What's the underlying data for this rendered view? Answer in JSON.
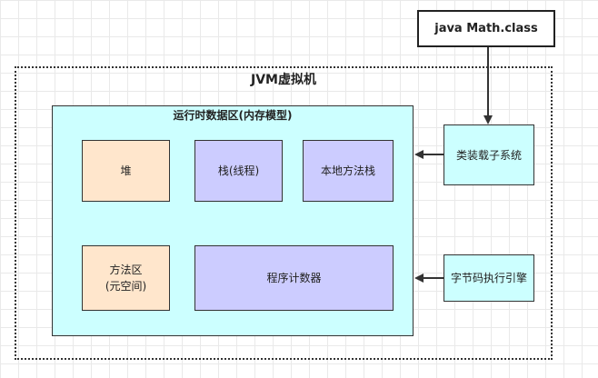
{
  "java_class": "java Math.class",
  "jvm_title": "JVM虚拟机",
  "runtime_title": "运行时数据区(内存模型)",
  "heap": "堆",
  "stack": "栈(线程)",
  "native_stack": "本地方法栈",
  "method_area_line1": "方法区",
  "method_area_line2": "(元空间)",
  "pc_counter": "程序计数器",
  "class_loader": "类装载子系统",
  "exec_engine": "字节码执行引擎",
  "colors": {
    "runtime_fill": "#ccffff",
    "peach_fill": "#ffe6cc",
    "purple_fill": "#ccccff",
    "stroke": "#333333"
  }
}
